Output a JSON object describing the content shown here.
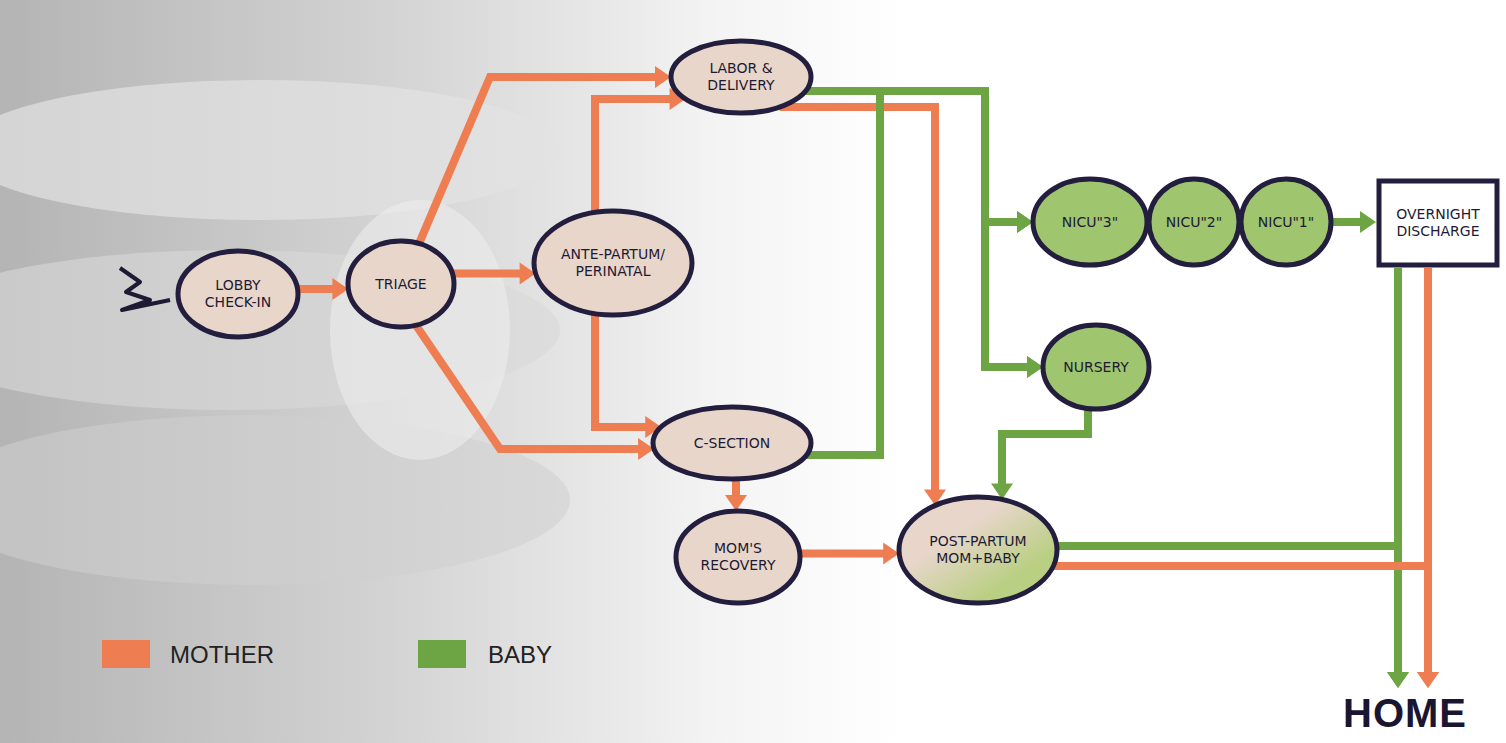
{
  "diagram": {
    "nodes": [
      {
        "text": [
          "LOBBY CHECK-IN"
        ]
      },
      {
        "text": [
          "TRIAGE"
        ]
      },
      {
        "text": [
          "LABOR & DELIVERY"
        ]
      },
      {
        "text": [
          "ANTE-PARTUM/ PERINATAL"
        ]
      },
      {
        "text": [
          "C-SECTION"
        ]
      },
      {
        "text": [
          "MOM'S RECOVERY"
        ]
      },
      {
        "text": [
          "NICU\"3\""
        ]
      },
      {
        "text": [
          "NICU\"2\""
        ]
      },
      {
        "text": [
          "NICU\"1\""
        ]
      },
      {
        "text": [
          "OVERNIGHT DISCHARGE"
        ]
      },
      {
        "text": [
          "NURSERY"
        ]
      },
      {
        "text": [
          "POST-PARTUM MOM+BABY"
        ]
      },
      {
        "text": [
          "HOME"
        ]
      }
    ],
    "edges": [
      {
        "from": 0,
        "to": 1,
        "arrow": "to"
      },
      {
        "from": 1,
        "to": 2,
        "arrow": "to"
      },
      {
        "from": 1,
        "to": 3,
        "arrow": "to"
      },
      {
        "from": 1,
        "to": 4,
        "arrow": "to"
      },
      {
        "from": 3,
        "to": 2,
        "arrow": "to"
      },
      {
        "from": 3,
        "to": 4,
        "arrow": "to"
      },
      {
        "from": 2,
        "to": 6,
        "arrow": "to"
      },
      {
        "from": 2,
        "to": 10,
        "arrow": "to"
      },
      {
        "from": 2,
        "to": 11,
        "arrow": "to"
      },
      {
        "from": 4,
        "to": 6,
        "arrow": "to"
      },
      {
        "from": 4,
        "to": 10,
        "arrow": "to"
      },
      {
        "from": 4,
        "to": 5,
        "arrow": "to"
      },
      {
        "from": 5,
        "to": 11,
        "arrow": "to"
      },
      {
        "from": 10,
        "to": 11,
        "arrow": "to"
      },
      {
        "from": 8,
        "to": 9,
        "arrow": "to"
      },
      {
        "from": 9,
        "to": 12,
        "arrow": "to"
      },
      {
        "from": 9,
        "to": 12,
        "arrow": "to"
      },
      {
        "from": 11,
        "to": 12,
        "arrow": "to"
      },
      {
        "from": 11,
        "to": 12,
        "arrow": "to"
      }
    ],
    "legend": [
      {
        "text": "MOTHER",
        "color": "#ee7e52"
      },
      {
        "text": "BABY",
        "color": "#6da544"
      }
    ]
  }
}
